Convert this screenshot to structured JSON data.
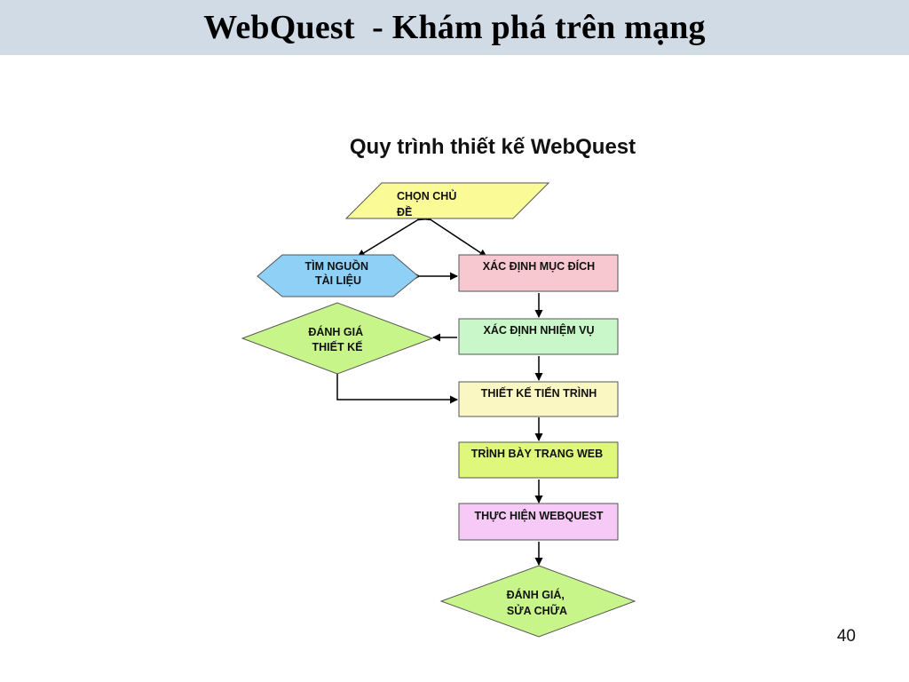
{
  "slide": {
    "title": "WebQuest  - Khám phá trên mạng",
    "page_number": "40"
  },
  "diagram": {
    "title": "Quy trình thiết kế WebQuest",
    "nodes": {
      "choose_topic": [
        "CHỌN CHỦ",
        "ĐỀ"
      ],
      "find_sources": [
        "TÌM NGUỒN",
        "TÀI LIỆU"
      ],
      "define_goal": [
        "XÁC ĐỊNH MỤC ĐÍCH"
      ],
      "design_evaluation": [
        "ĐÁNH GIÁ",
        "THIẾT KẾ"
      ],
      "define_task": [
        "XÁC ĐỊNH NHIỆM VỤ"
      ],
      "design_process": [
        "THIẾT KẾ TIẾN TRÌNH"
      ],
      "present_web": [
        "TRÌNH BÀY TRANG WEB"
      ],
      "run_webquest": [
        "THỰC HIỆN WEBQUEST"
      ],
      "evaluate_fix": [
        "ĐÁNH GIÁ,",
        "SỬA CHỮA"
      ]
    },
    "colors": {
      "choose_topic": "#fafa96",
      "find_sources": "#8fd0f7",
      "define_goal": "#f7c8d0",
      "design_evaluation": "#c8f58a",
      "define_task": "#c9f7c9",
      "design_process": "#fbf7c2",
      "present_web": "#dff77a",
      "run_webquest": "#f6c9f6",
      "evaluate_fix": "#c8f58a",
      "title_bar": "#d0dbe6"
    }
  }
}
